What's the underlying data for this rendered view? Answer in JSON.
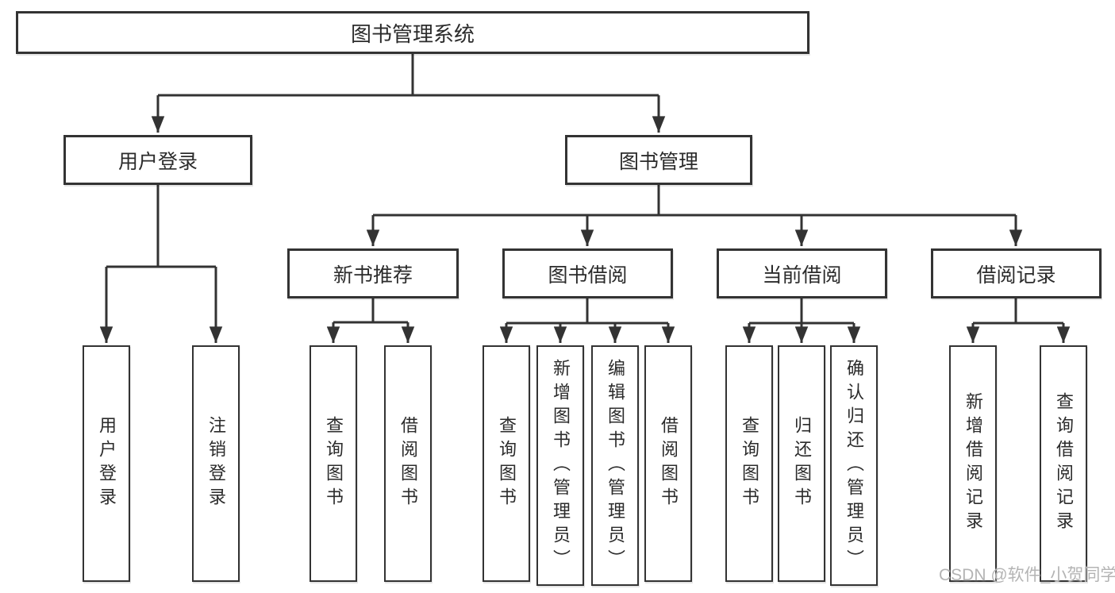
{
  "diagram": {
    "type": "hierarchy-tree",
    "root": {
      "label": "图书管理系统"
    },
    "level1": [
      {
        "id": "user_login",
        "label": "用户登录"
      },
      {
        "id": "book_management",
        "label": "图书管理"
      }
    ],
    "level2": [
      {
        "id": "new_book_recommend",
        "label": "新书推荐",
        "parent": "图书管理"
      },
      {
        "id": "book_borrowing",
        "label": "图书借阅",
        "parent": "图书管理"
      },
      {
        "id": "current_borrowing",
        "label": "当前借阅",
        "parent": "图书管理"
      },
      {
        "id": "borrowing_records",
        "label": "借阅记录",
        "parent": "图书管理"
      }
    ],
    "leaves": [
      {
        "id": "leaf_user_login",
        "label": "用户登录",
        "parent": "用户登录"
      },
      {
        "id": "leaf_logout",
        "label": "注销登录",
        "parent": "用户登录"
      },
      {
        "id": "leaf_recommend_query_books",
        "label": "查询图书",
        "parent": "新书推荐"
      },
      {
        "id": "leaf_recommend_borrow_books",
        "label": "借阅图书",
        "parent": "新书推荐"
      },
      {
        "id": "leaf_borrowing_query_books",
        "label": "查询图书",
        "parent": "图书借阅"
      },
      {
        "id": "leaf_add_book_admin",
        "label": "新增图书（管理员）",
        "parent": "图书借阅"
      },
      {
        "id": "leaf_edit_book_admin",
        "label": "编辑图书（管理员）",
        "parent": "图书借阅"
      },
      {
        "id": "leaf_borrowing_borrow_books",
        "label": "借阅图书",
        "parent": "图书借阅"
      },
      {
        "id": "leaf_current_query_books",
        "label": "查询图书",
        "parent": "当前借阅"
      },
      {
        "id": "leaf_return_books",
        "label": "归还图书",
        "parent": "当前借阅"
      },
      {
        "id": "leaf_confirm_return_admin",
        "label": "确认归还（管理员）",
        "parent": "当前借阅"
      },
      {
        "id": "leaf_add_borrow_record",
        "label": "新增借阅记录",
        "parent": "借阅记录"
      },
      {
        "id": "leaf_query_borrow_record",
        "label": "查询借阅记录",
        "parent": "借阅记录"
      }
    ],
    "watermark": "CSDN @软件_小贺同学"
  },
  "colors": {
    "line": "#333333",
    "border": "#333333",
    "text": "#2b2b2b",
    "watermark": "#b4b4b4",
    "background": "#ffffff"
  }
}
